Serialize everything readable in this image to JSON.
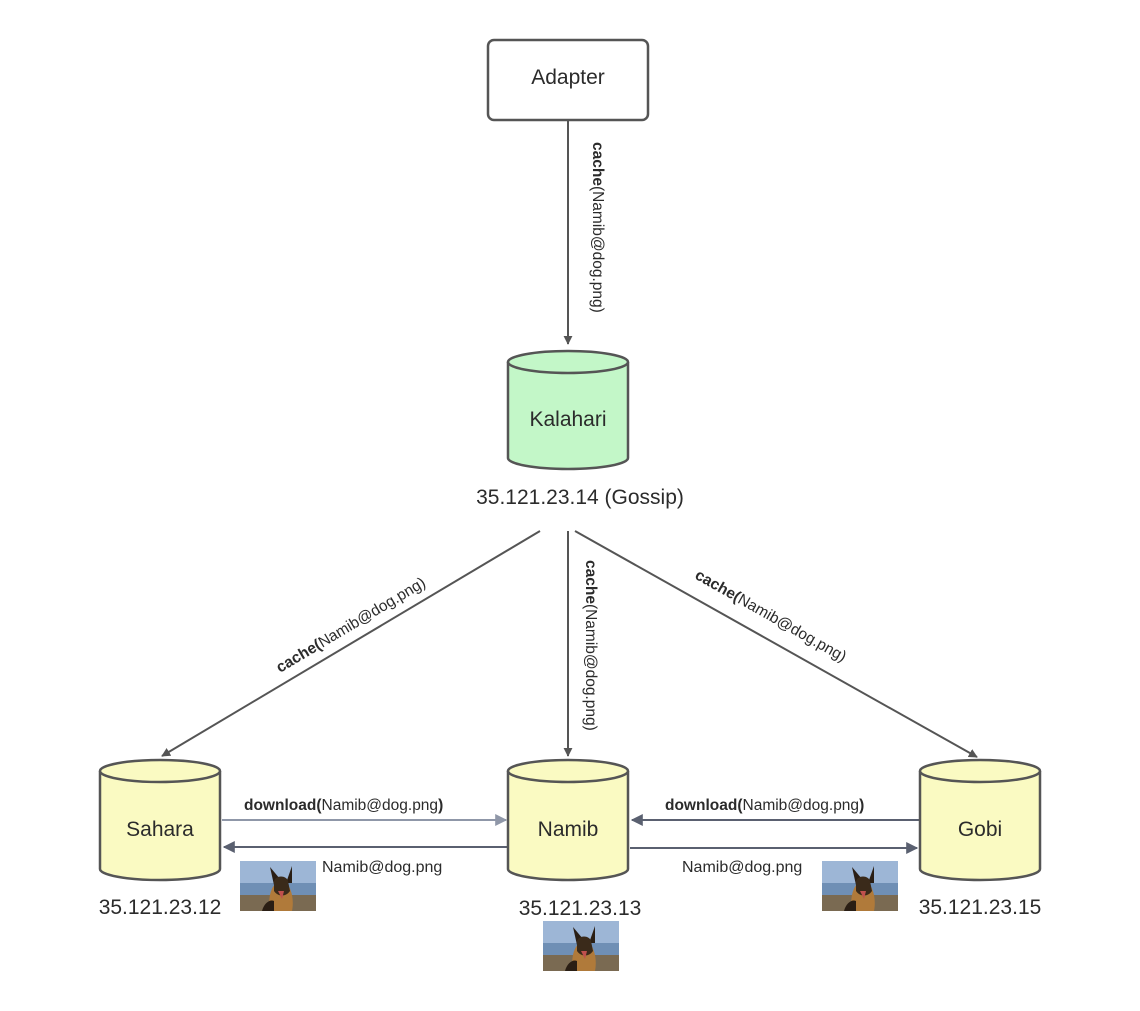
{
  "nodes": {
    "adapter": {
      "label": "Adapter"
    },
    "kalahari": {
      "label": "Kalahari",
      "ip": "35.121.23.14 (Gossip)",
      "fill": "#c3f7c8"
    },
    "sahara": {
      "label": "Sahara",
      "ip": "35.121.23.12",
      "fill": "#fafac2"
    },
    "namib": {
      "label": "Namib",
      "ip": "35.121.23.13",
      "fill": "#fafac2"
    },
    "gobi": {
      "label": "Gobi",
      "ip": "35.121.23.15",
      "fill": "#fafac2"
    }
  },
  "edges": {
    "adapter_kalahari": {
      "bold": "cache",
      "rest": "(Namib@dog.png)"
    },
    "kalahari_sahara": {
      "bold": "cache(",
      "rest": "Namib@dog.png)"
    },
    "kalahari_namib": {
      "bold": "cache",
      "rest": "(Namib@dog.png)"
    },
    "kalahari_gobi": {
      "bold": "cache(",
      "rest": "Namib@dog.png)"
    },
    "sahara_namib_download": {
      "bold": "download(",
      "rest": "Namib@dog.png",
      "bold_end": ")"
    },
    "gobi_namib_download": {
      "bold": "download(",
      "rest": "Namib@dog.png",
      "bold_end": ")"
    },
    "namib_sahara_file": {
      "label": "Namib@dog.png"
    },
    "namib_gobi_file": {
      "label": "Namib@dog.png"
    }
  },
  "thumbnails": {
    "icon": "dog-photo-icon"
  },
  "colors": {
    "stroke": "#555555",
    "arrow_light": "#8f97a8",
    "arrow_dark": "#5a6070"
  }
}
